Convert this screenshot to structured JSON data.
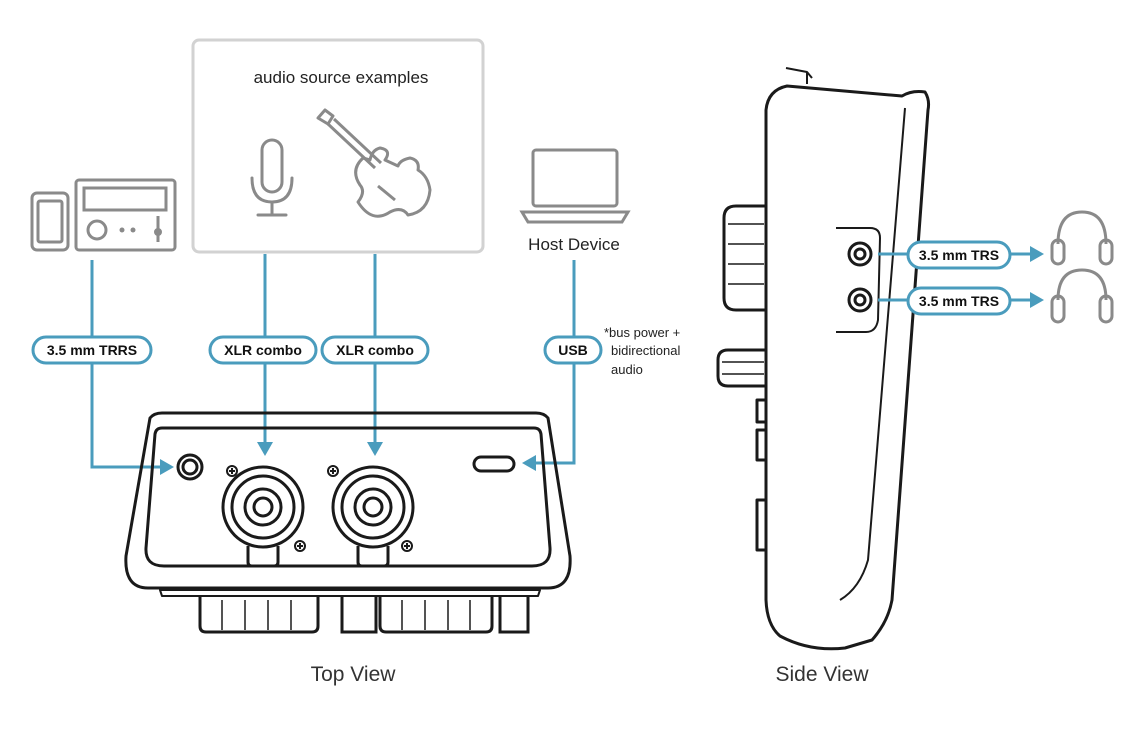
{
  "source_box": {
    "title": "audio source examples"
  },
  "host": {
    "label": "Host Device"
  },
  "connections": {
    "trrs": "3.5 mm TRRS",
    "xlr1": "XLR combo",
    "xlr2": "XLR combo",
    "usb": "USB",
    "hp1": "3.5 mm TRS",
    "hp2": "3.5 mm TRS"
  },
  "usb_note": [
    "*bus power +",
    "bidirectional",
    "audio"
  ],
  "views": {
    "top": "Top View",
    "side": "Side View"
  },
  "icons": [
    "phone-icon",
    "radio-icon",
    "microphone-icon",
    "guitar-icon",
    "laptop-icon",
    "headphones-icon"
  ],
  "colors": {
    "accent": "#4a9cbd",
    "outline": "#1a1a1a",
    "icon_gray": "#8a8a8a",
    "box_border": "#cfcfcf"
  }
}
